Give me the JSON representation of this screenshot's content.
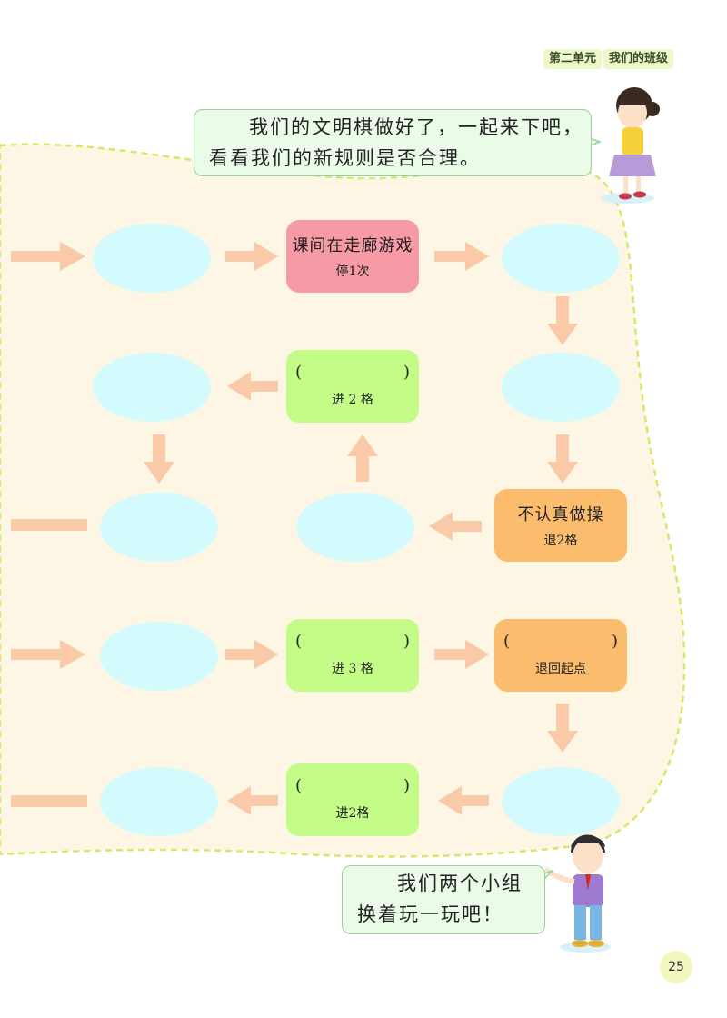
{
  "header": {
    "unit": "第二单元",
    "lesson": "我们的班级"
  },
  "bubbles": {
    "girl": {
      "line1": "我们的文明棋做好了，一起来下吧，",
      "line2": "看看我们的新规则是否合理。"
    },
    "boy": {
      "line1": "我们两个小组",
      "line2": "换着玩一玩吧！"
    }
  },
  "boxes": {
    "corridor": {
      "title": "课间在走廊游戏",
      "effect": "停1次"
    },
    "blank1": {
      "open": "(",
      "close": ")",
      "effect": "进 2 格"
    },
    "exercise": {
      "title": "不认真做操",
      "effect": "退2格"
    },
    "blank2": {
      "open": "(",
      "close": ")",
      "effect": "进 3 格"
    },
    "blank3": {
      "open": "(",
      "close": ")",
      "effect": "退回起点"
    },
    "blank4": {
      "open": "(",
      "close": ")",
      "effect": "进2格"
    }
  },
  "page_number": "25",
  "colors": {
    "pink_box": "#f69aa5",
    "green_box": "#c3fc86",
    "orange_box": "#fbbc6e",
    "oval": "#d3fbfd",
    "arrow": "#f9c9a8",
    "board": "#fef6e4"
  }
}
